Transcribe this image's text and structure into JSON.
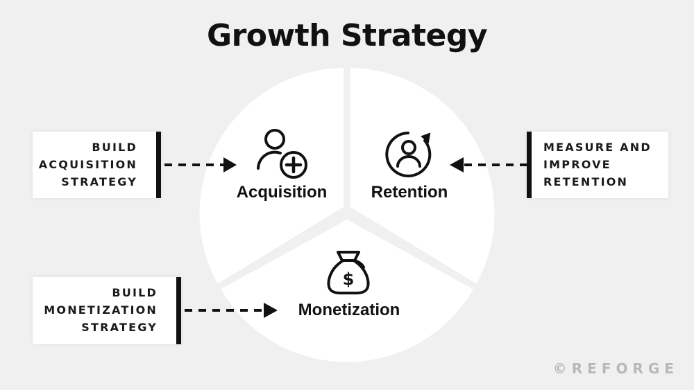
{
  "title": "Growth Strategy",
  "colors": {
    "background": "#f0f0f0",
    "segment_fill": "#ffffff",
    "ink": "#111111",
    "watermark": "#b8b8b8"
  },
  "segments": [
    {
      "label": "Acquisition",
      "icon": "person-add-icon"
    },
    {
      "label": "Retention",
      "icon": "person-cycle-icon"
    },
    {
      "label": "Monetization",
      "icon": "money-bag-icon"
    }
  ],
  "callouts": [
    {
      "lines": [
        "BUILD",
        "ACQUISITION",
        "STRATEGY"
      ],
      "target": "Acquisition",
      "arrow": "right"
    },
    {
      "lines": [
        "MEASURE AND",
        "IMPROVE",
        "RETENTION"
      ],
      "target": "Retention",
      "arrow": "left"
    },
    {
      "lines": [
        "BUILD",
        "MONETIZATION",
        "STRATEGY"
      ],
      "target": "Monetization",
      "arrow": "right"
    }
  ],
  "watermark": "©REFORGE"
}
